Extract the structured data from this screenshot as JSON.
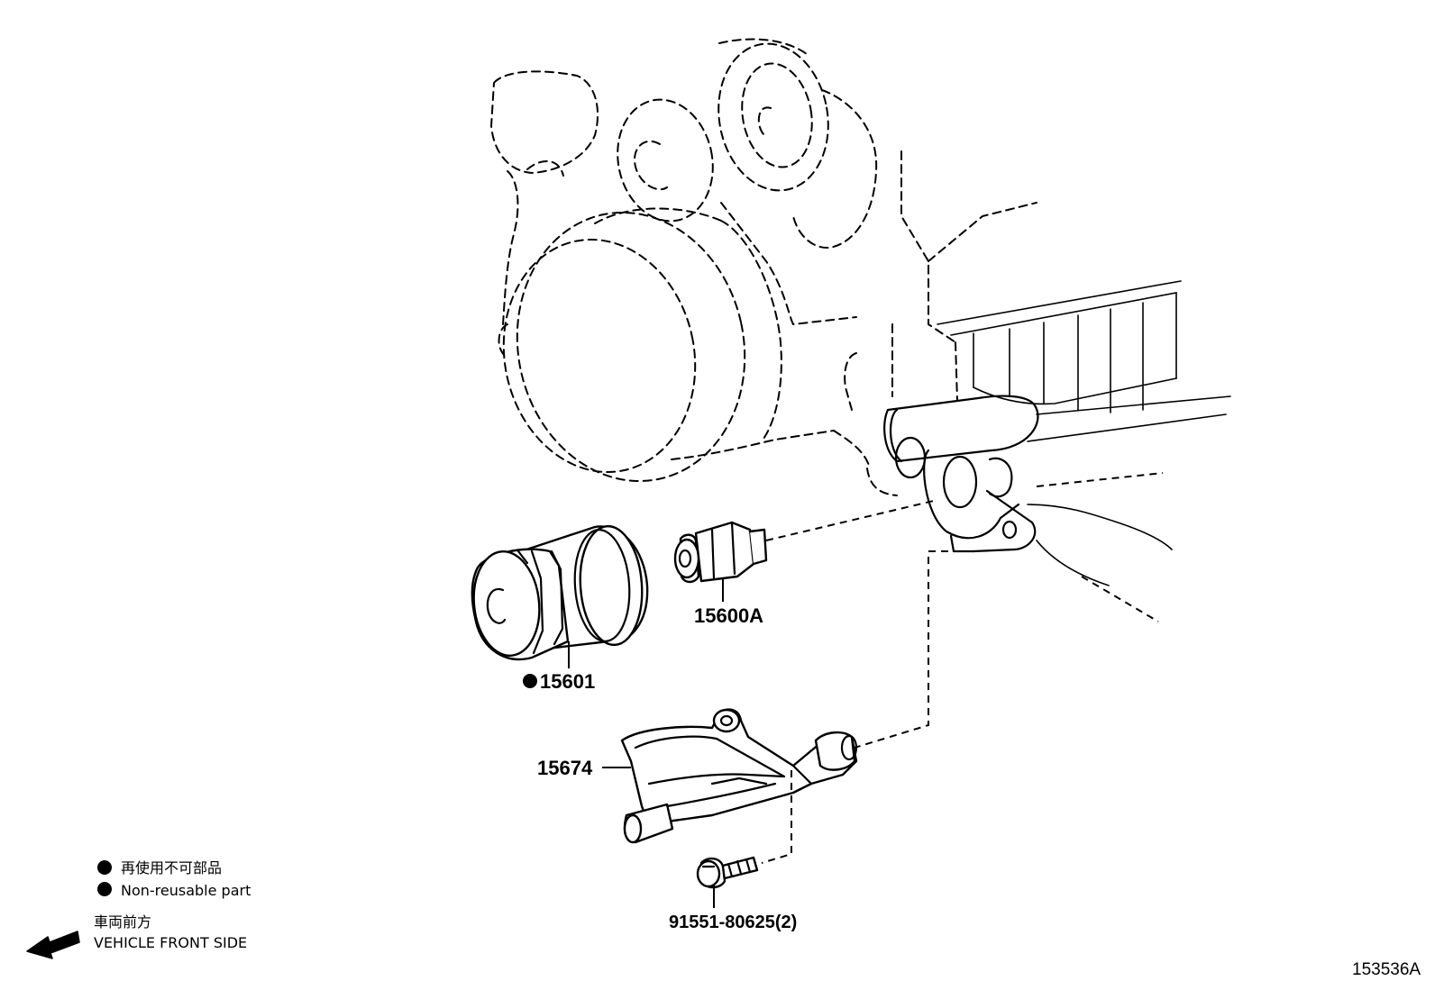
{
  "parts": {
    "oil_filter": {
      "number": "15601"
    },
    "union": {
      "number": "15600A"
    },
    "bracket": {
      "number": "15674"
    },
    "bolt": {
      "number": "91551-80625(2)"
    }
  },
  "legend": {
    "non_reusable_jp": "再使用不可部品",
    "non_reusable_en": "Non-reusable part",
    "vehicle_front_jp": "車両前方",
    "vehicle_front_en": "VEHICLE FRONT SIDE"
  },
  "illustration_ref": "153536A",
  "colors": {
    "line": "#000000",
    "background": "#ffffff"
  },
  "icons": {
    "non_reusable_marker": "filled-circle",
    "front_direction": "arrow-left-down"
  }
}
